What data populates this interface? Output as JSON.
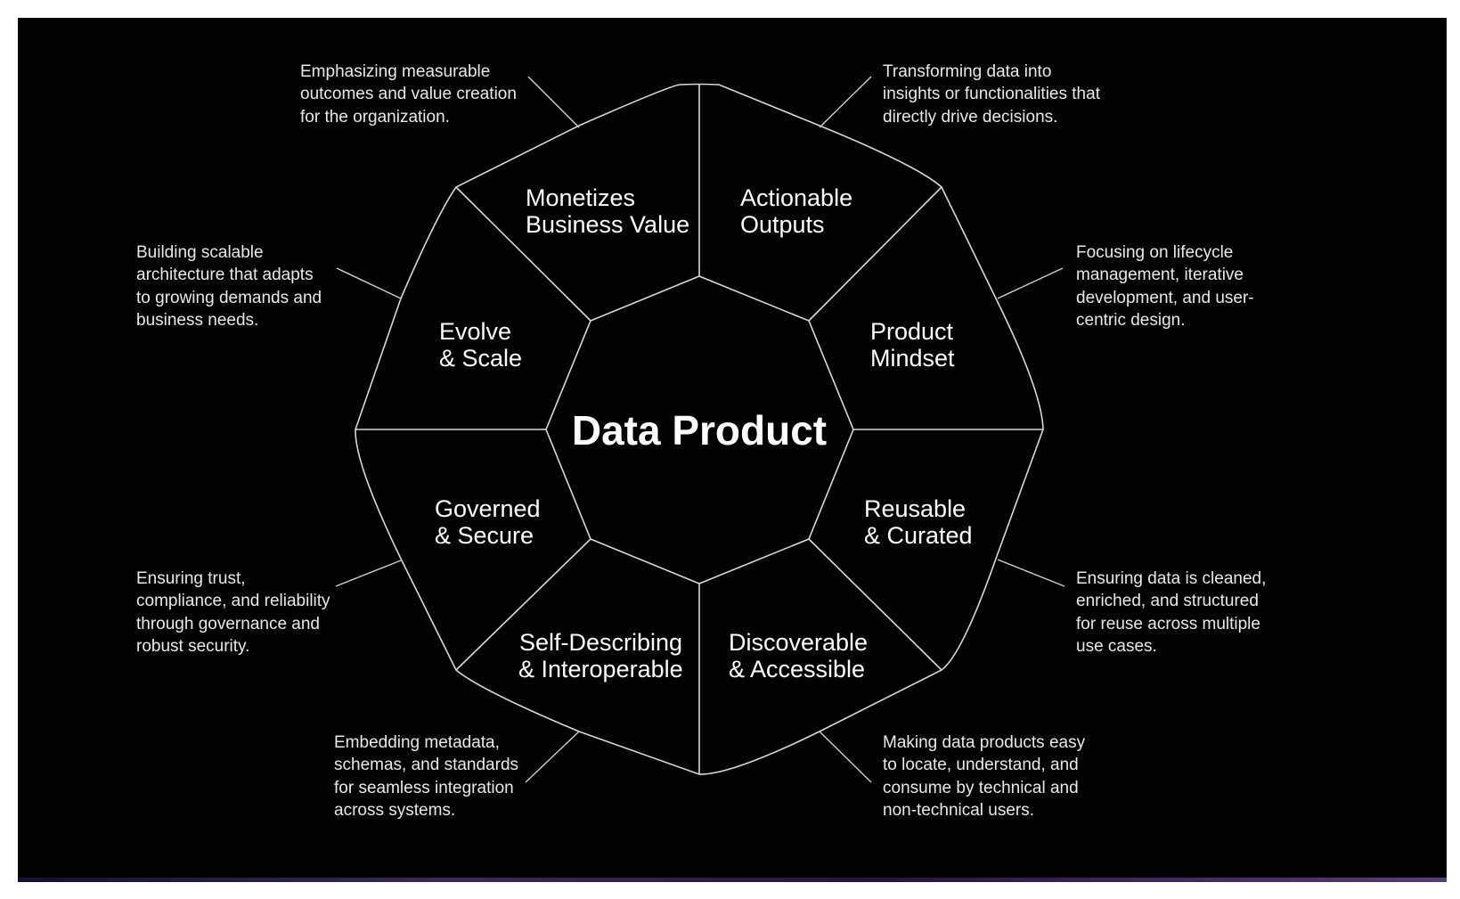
{
  "center": {
    "title": "Data Product"
  },
  "segments": [
    {
      "id": "monetizes",
      "line1": "Monetizes",
      "line2": "Business Value",
      "description": "Emphasizing measurable\noutcomes and value creation\nfor the organization."
    },
    {
      "id": "actionable",
      "line1": "Actionable",
      "line2": "Outputs",
      "description": "Transforming data into\ninsights or functionalities that\ndirectly drive decisions."
    },
    {
      "id": "product-mindset",
      "line1": "Product",
      "line2": "Mindset",
      "description": "Focusing on lifecycle\nmanagement, iterative\ndevelopment, and user-\ncentric design."
    },
    {
      "id": "reusable",
      "line1": "Reusable",
      "line2": "& Curated",
      "description": "Ensuring data is cleaned,\nenriched, and structured\nfor reuse across multiple\nuse cases."
    },
    {
      "id": "discoverable",
      "line1": "Discoverable",
      "line2": "& Accessible",
      "description": "Making data products easy\nto locate, understand, and\nconsume by technical and\nnon-technical users."
    },
    {
      "id": "self-describing",
      "line1": "Self-Describing",
      "line2": "& Interoperable",
      "description": "Embedding metadata,\nschemas, and standards\nfor seamless integration\nacross systems."
    },
    {
      "id": "governed",
      "line1": "Governed",
      "line2": "& Secure",
      "description": "Ensuring trust,\ncompliance, and reliability\nthrough governance and\nrobust security."
    },
    {
      "id": "evolve",
      "line1": "Evolve",
      "line2": "& Scale",
      "description": "Building scalable\narchitecture that adapts\nto growing demands and\nbusiness needs."
    }
  ],
  "colors": {
    "background": "#020202",
    "lines": "#d8d8d8",
    "text": "#ffffff"
  }
}
